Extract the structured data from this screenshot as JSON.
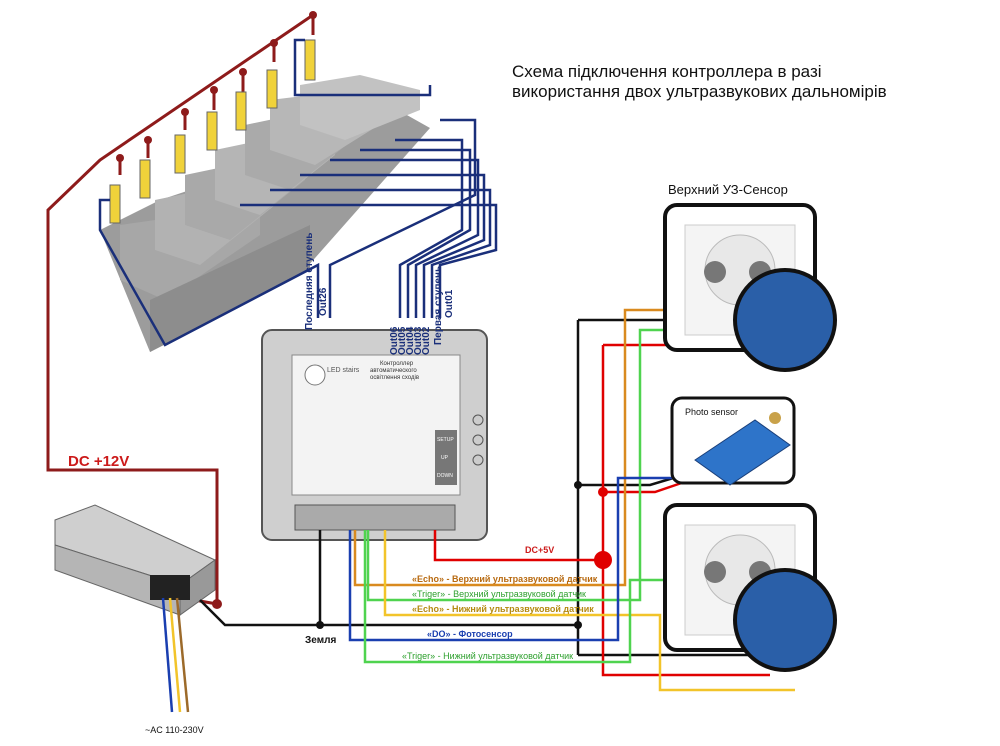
{
  "title": {
    "line1": "Схема підключення контроллера в разі",
    "line2": "використання двох ультразвукових дальномірів"
  },
  "upper_sensor_label": "Верхний УЗ-Сенсор",
  "photo_sensor_label": "Photo sensor",
  "power": {
    "dc_label": "DC +12V",
    "ground_label": "Земля",
    "ac_label": "~AC 110-230V"
  },
  "controller": {
    "brand": "LED stairs",
    "header_line1": "Контроллер",
    "header_line2": "автоматического",
    "header_line3": "освітлення сходів",
    "buttons": [
      "SETUP",
      "UP",
      "DOWN"
    ]
  },
  "outputs": {
    "last_step": "Последняя ступень",
    "out26": "Out26",
    "out06": "Out06",
    "out05": "Out05",
    "out04": "Out04",
    "out03": "Out03",
    "out02": "Out02",
    "first_step": "Первая ступень",
    "out01": "Out01"
  },
  "wires": {
    "dc5v": "DC+5V",
    "echo_upper": "«Echo» - Верхний ультразвуковой датчик",
    "trig_upper": "«Triger» - Верхний ультразвуковой датчик",
    "echo_lower": "«Echo» - Нижний ультразвуковой датчик",
    "do_photo": "«DO» - Фотосенсор",
    "trig_lower": "«Triger» - Нижний ультразвуковой датчик"
  },
  "colors": {
    "red": "#cc1a1a",
    "dark_red": "#8e1b1b",
    "blue": "#1a3fb0",
    "navy": "#1a2f7a",
    "green": "#4fd34f",
    "yellow": "#f2c42a",
    "black": "#111111"
  }
}
